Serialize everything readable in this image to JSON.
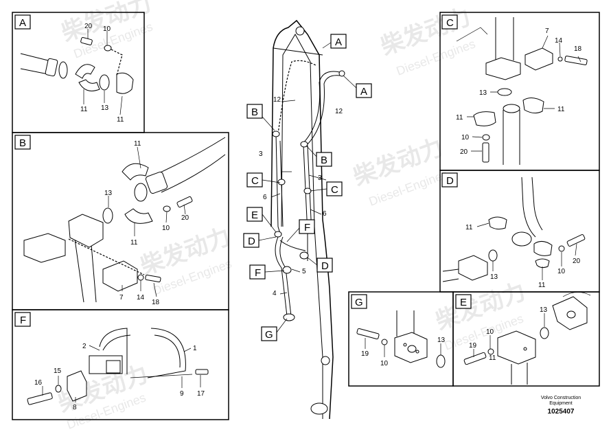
{
  "panels": {
    "A": {
      "tag": "A",
      "labels": [
        "20",
        "10",
        "11",
        "13",
        "11"
      ]
    },
    "B": {
      "tag": "B",
      "labels": [
        "11",
        "13",
        "20",
        "10",
        "11",
        "7",
        "14",
        "18"
      ]
    },
    "C": {
      "tag": "C",
      "labels": [
        "7",
        "14",
        "18",
        "13",
        "11",
        "11",
        "10",
        "20"
      ]
    },
    "D": {
      "tag": "D",
      "labels": [
        "11",
        "20",
        "13",
        "10",
        "11"
      ]
    },
    "E": {
      "tag": "E",
      "labels": [
        "13",
        "10",
        "19",
        "11"
      ]
    },
    "F": {
      "tag": "F",
      "labels": [
        "2",
        "1",
        "15",
        "16",
        "8",
        "9",
        "17"
      ]
    },
    "G": {
      "tag": "G",
      "labels": [
        "19",
        "10",
        "13"
      ]
    }
  },
  "main": {
    "tags": [
      "A",
      "A",
      "B",
      "B",
      "C",
      "C",
      "E",
      "F",
      "D",
      "D",
      "F",
      "G"
    ],
    "labels": [
      "12",
      "12",
      "3",
      "3",
      "6",
      "6",
      "5",
      "4"
    ]
  },
  "watermark": {
    "cn": "柴发动力",
    "en": "Diesel-Engines"
  },
  "footer": {
    "company_line1": "Volvo Construction",
    "company_line2": "Equipment",
    "drawing_number": "1025407"
  }
}
